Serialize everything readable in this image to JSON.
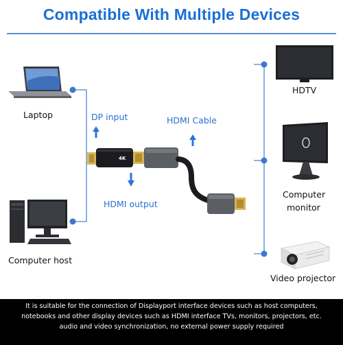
{
  "title": "Compatible With Multiple Devices",
  "left_devices": {
    "laptop": "Laptop",
    "computer_host": "Computer host"
  },
  "right_devices": {
    "hdtv": "HDTV",
    "computer_monitor_line1": "Computer",
    "computer_monitor_line2": "monitor",
    "video_projector": "Video projector"
  },
  "adapter": {
    "dp_input": "DP input",
    "hdmi_output": "HDMI output",
    "hdmi_cable": "HDMI Cable",
    "badge": "4K"
  },
  "footer": {
    "line1": "It is suitable for the connection of Displayport interface devices such as host computers,",
    "line2": "notebooks and other display devices such as HDMI interface TVs, monitors,  projectors, etc.",
    "line3": "audio and video synchronization, no external power supply required"
  },
  "colors": {
    "title": "#1a6fd6",
    "accent": "#2a6fd2",
    "lines": "#4f86d6",
    "footer_bg": "#000000"
  }
}
